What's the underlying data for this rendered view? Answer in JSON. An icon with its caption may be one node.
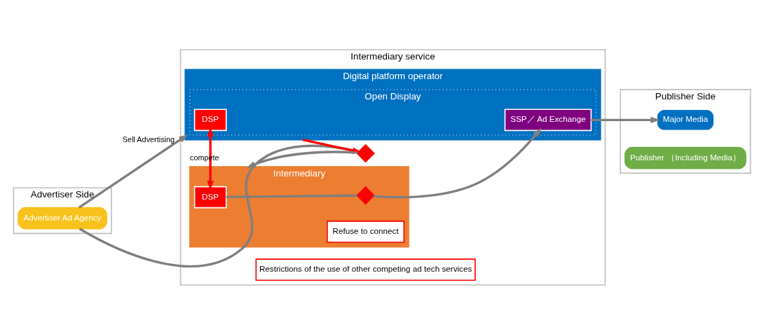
{
  "diagram": {
    "nodes": [
      {
        "text": [
          "Advertiser Side"
        ]
      },
      {
        "text": [
          "Advertiser Ad Agency"
        ],
        "in": 0
      },
      {
        "text": [
          "Intermediary service"
        ]
      },
      {
        "text": [
          "Digital platform operator"
        ],
        "in": 2
      },
      {
        "text": [
          "Open Display"
        ],
        "in": 3
      },
      {
        "text": [
          "DSP"
        ],
        "in": 4
      },
      {
        "text": [
          "SSP／ Ad Exchange"
        ],
        "in": 4
      },
      {
        "text": [
          "Restrictions of the use of other competing ad tech services"
        ],
        "in": 2
      },
      {
        "text": [
          "Intermediary"
        ],
        "in": 2
      },
      {
        "text": [
          "DSP"
        ],
        "in": 8
      },
      {
        "text": [
          "Refuse to connect"
        ],
        "in": 8
      },
      {
        "text": [
          "Publisher Side"
        ]
      },
      {
        "text": [
          "Major Media"
        ],
        "in": 11
      },
      {
        "text": [
          "Publisher （Including Media）"
        ],
        "in": 11
      },
      {
        "text": [],
        "shape": "cross",
        "in": 2
      },
      {
        "text": [],
        "shape": "cross",
        "in": 8
      }
    ],
    "edges": [
      {
        "from": 1,
        "to": 3,
        "arrow": "to",
        "label": "Sell Advertising"
      },
      {
        "from": 3,
        "to": 14,
        "arrow": "to",
        "color": "#ff0000"
      },
      {
        "from": 1,
        "to": 14,
        "arrow": "none"
      },
      {
        "from": 14,
        "to": 8,
        "arrow": "to"
      },
      {
        "from": 5,
        "to": 9,
        "arrow": "both",
        "label": "compete",
        "color": "#ff0000"
      },
      {
        "from": 9,
        "to": 15,
        "arrow": "none"
      },
      {
        "from": 15,
        "to": 6,
        "arrow": "to"
      },
      {
        "from": 6,
        "to": 12,
        "arrow": "to"
      }
    ]
  }
}
